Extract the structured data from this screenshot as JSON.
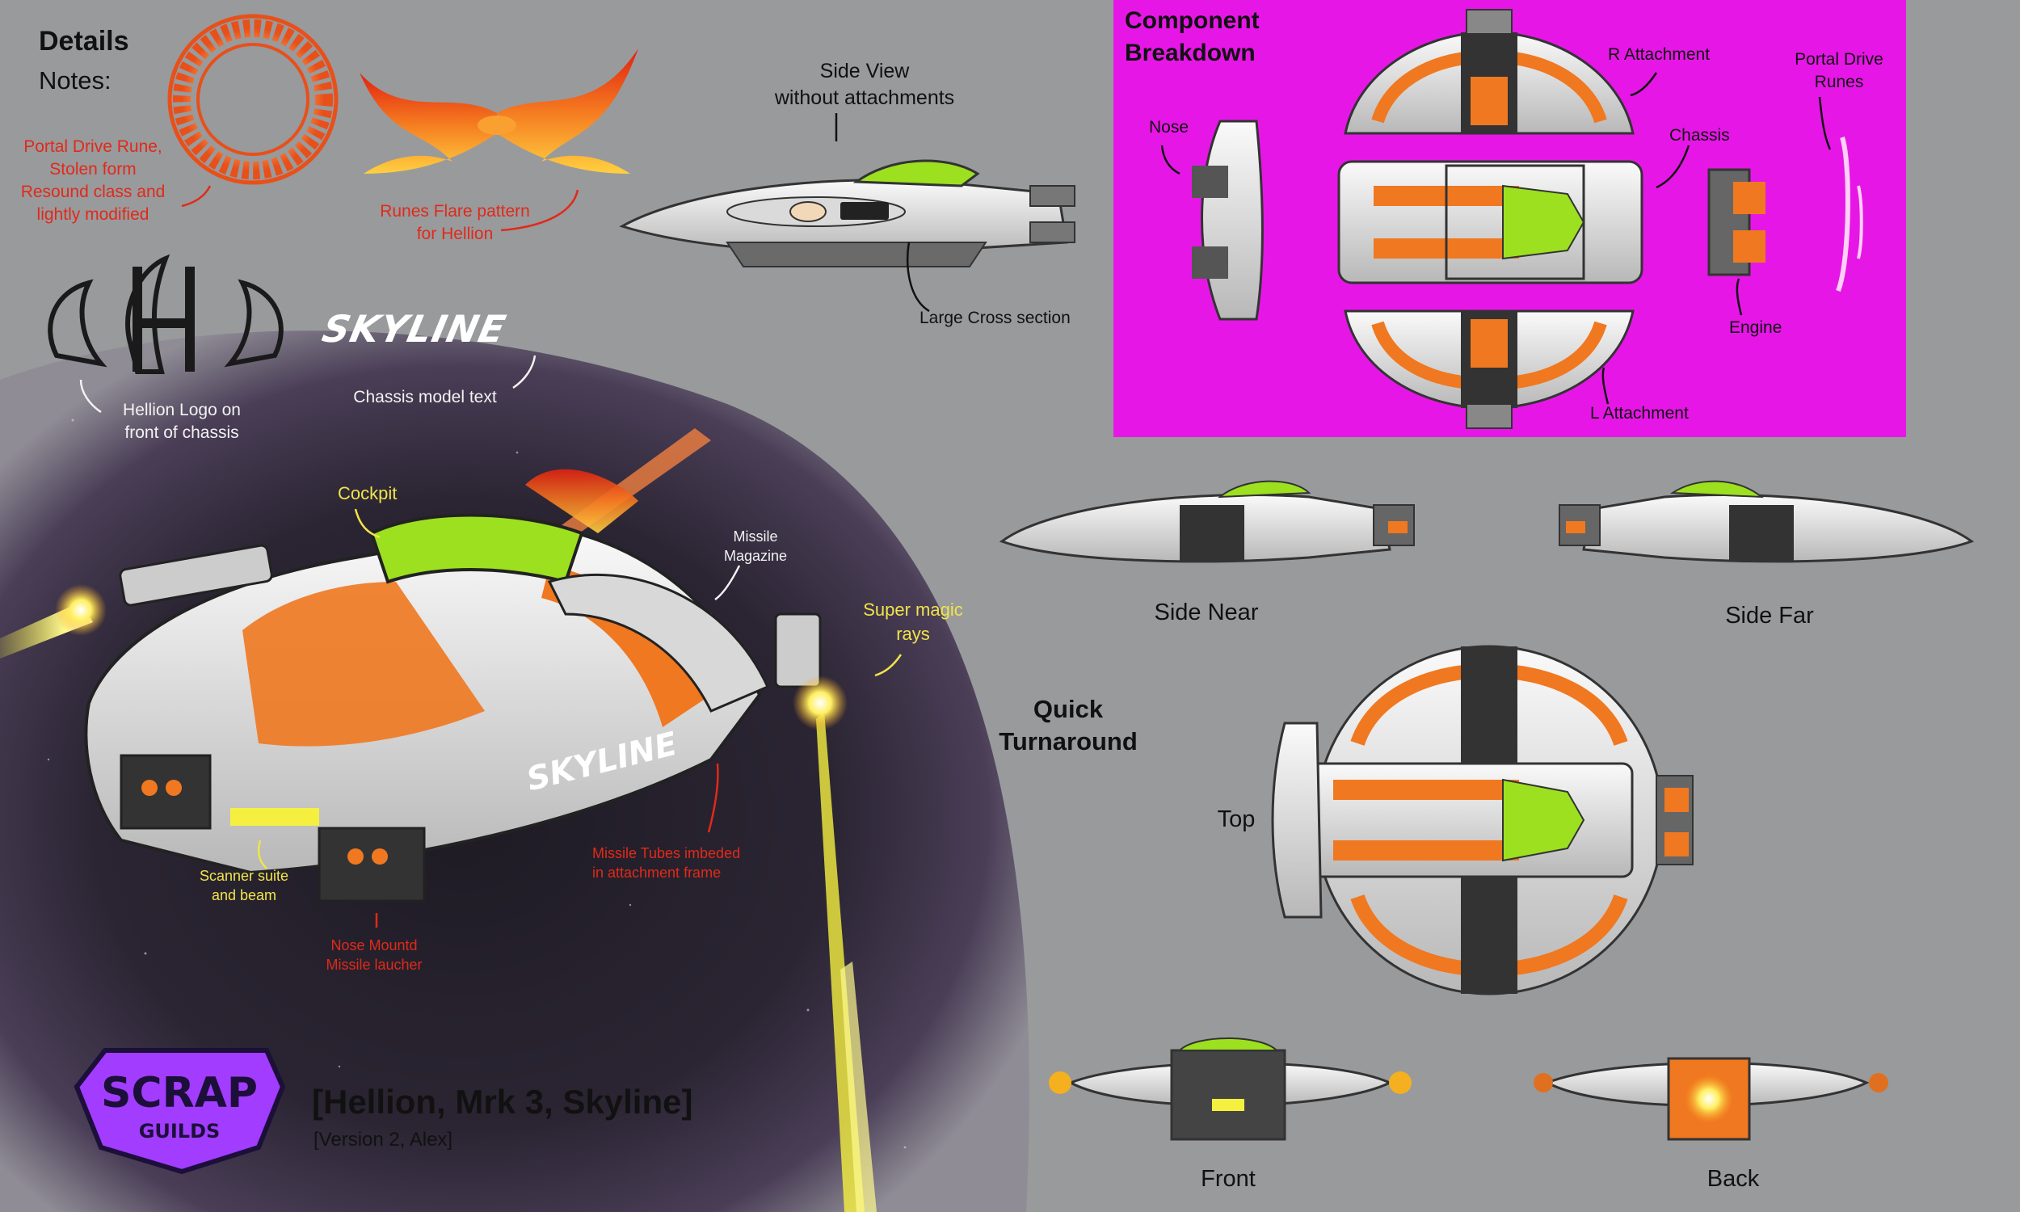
{
  "details": {
    "title": "Details",
    "notes_label": "Notes:",
    "portal_rune_note": "Portal Drive Rune,\nStolen form\nResound class and\nlightly modified",
    "flare_note": "Runes Flare pattern\nfor Hellion",
    "logo_note": "Hellion Logo on\nfront of chassis",
    "skyline_text": "SKYLINE",
    "chassis_text_note": "Chassis model text"
  },
  "side_view": {
    "title": "Side View\nwithout attachments",
    "cross_section_note": "Large Cross section"
  },
  "component_breakdown": {
    "title": "Component\nBreakdown",
    "panel_color": "#e617e6",
    "labels": {
      "nose": "Nose",
      "r_attachment": "R Attachment",
      "chassis": "Chassis",
      "portal_drive_runes": "Portal Drive\nRunes",
      "engine": "Engine",
      "l_attachment": "L Attachment"
    }
  },
  "hero_callouts": {
    "cockpit": "Cockpit",
    "missile_magazine": "Missile\nMagazine",
    "super_magic_rays": "Super magic\nrays",
    "scanner_suite": "Scanner suite\nand beam",
    "nose_missile": "Nose Mountd\nMissile laucher",
    "missile_tubes": "Missile Tubes imbeded\nin attachment frame",
    "hull_text": "SKYLINE"
  },
  "turnaround": {
    "title": "Quick\nTurnaround",
    "side_near": "Side Near",
    "side_far": "Side Far",
    "top": "Top",
    "front": "Front",
    "back": "Back"
  },
  "footer": {
    "logo_line1": "SCRAP",
    "logo_line2": "GUILDS",
    "ship_title": "[Hellion, Mrk 3, Skyline]",
    "version": "[Version 2, Alex]"
  },
  "colors": {
    "background": "#999a9c",
    "hull_orange": "#f07820",
    "cockpit_green": "#9ce020",
    "beam_yellow": "#f5f040",
    "note_red": "#e02a1a",
    "logo_purple": "#a23cff"
  }
}
